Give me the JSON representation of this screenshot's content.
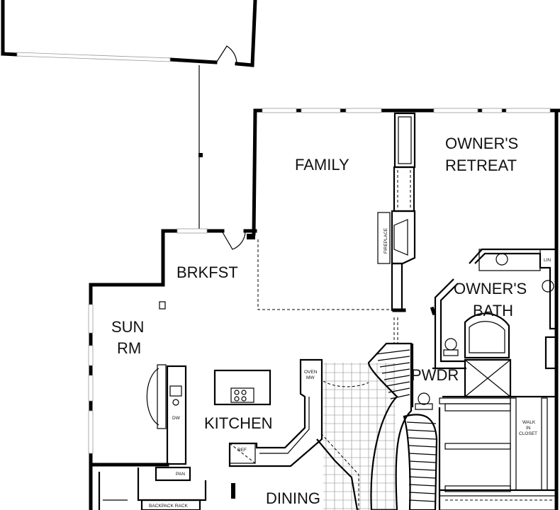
{
  "rooms": {
    "family": "FAMILY",
    "owners_retreat_line1": "OWNER'S",
    "owners_retreat_line2": "RETREAT",
    "brkfst": "BRKFST",
    "owners_bath_line1": "OWNER'S",
    "owners_bath_line2": "BATH",
    "sun_rm_line1": "SUN",
    "sun_rm_line2": "RM",
    "pwdr": "PWDR",
    "kitchen": "KITCHEN",
    "dining": "DINING"
  },
  "labels": {
    "fireplace": "FIREPLACE",
    "oven_line1": "OVEN",
    "oven_line2": "MW",
    "dw": "DW",
    "ref": "REF",
    "pan": "PAN",
    "backpack_rack": "BACKPACK RACK",
    "lin": "LIN",
    "walk_in_closet_line1": "WALK",
    "walk_in_closet_line2": "IN",
    "walk_in_closet_line3": "CLOSET"
  }
}
